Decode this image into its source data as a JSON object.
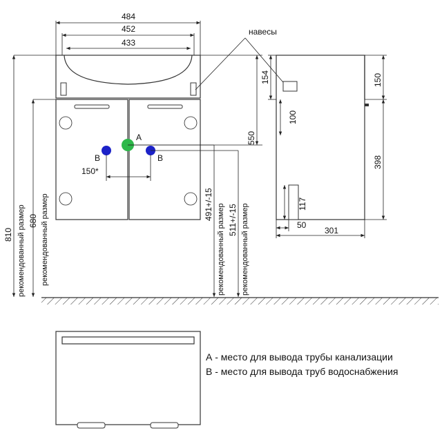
{
  "front": {
    "width_outer": "484",
    "width_mid": "452",
    "width_inner": "433",
    "hinges_label": "навесы",
    "height_550": "550",
    "pipe_spacing": "150*",
    "height_811": "810",
    "height_680": "680",
    "rec_size": "рекомендованный размер",
    "pipe_491": "491+/-15",
    "pipe_511": "511+/-15",
    "point_a": "A",
    "point_b": "B",
    "colors": {
      "drain": "#2db84a",
      "water": "#1c22c8"
    }
  },
  "side": {
    "dim_154": "154",
    "dim_100": "100",
    "dim_117": "117",
    "dim_50": "50",
    "dim_301": "301",
    "dim_150": "150",
    "dim_398": "398"
  },
  "legend": {
    "line_a": "А - место для вывода трубы канализации",
    "line_b": "В - место для вывода труб водоснабжения"
  }
}
